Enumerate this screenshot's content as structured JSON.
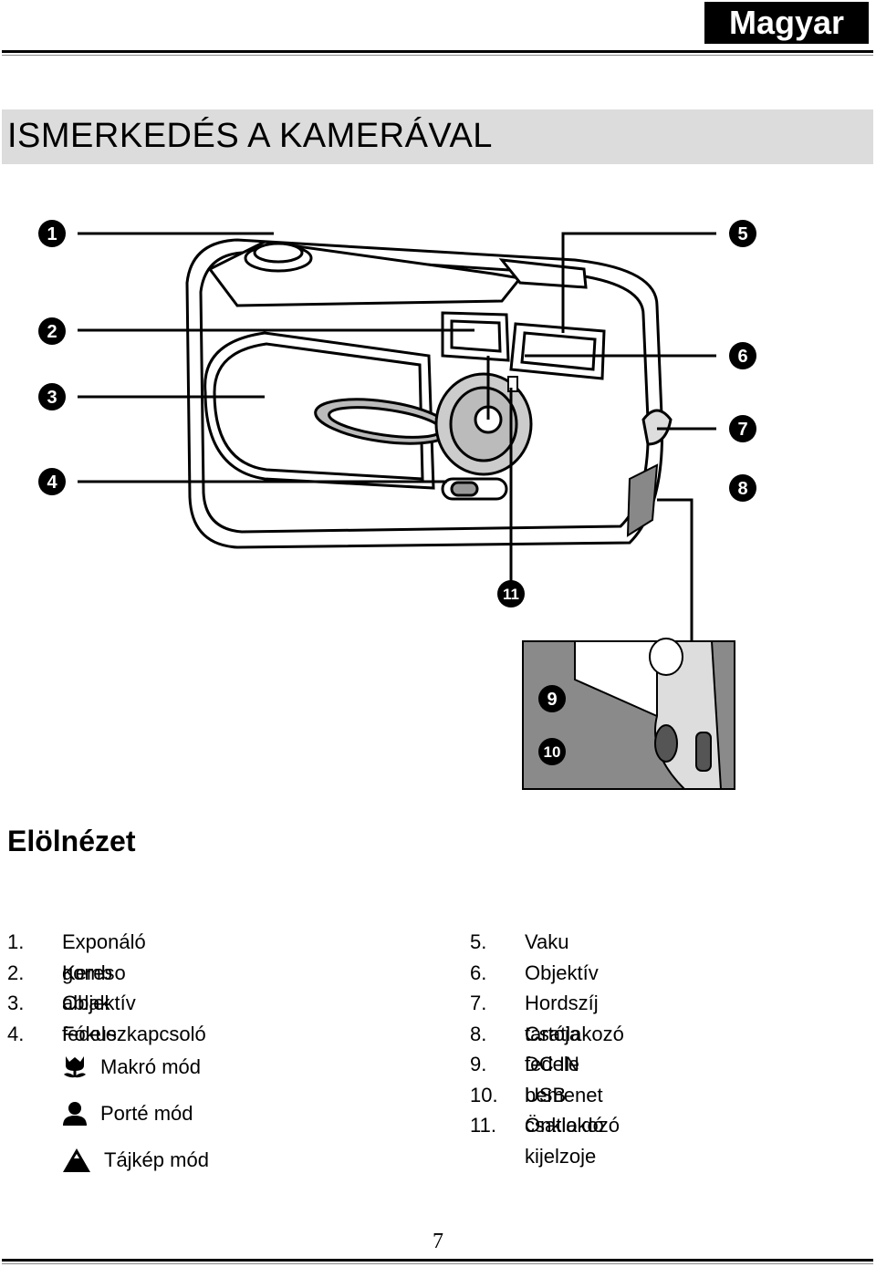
{
  "header": {
    "language": "Magyar"
  },
  "title": "ISMERKEDÉS A KAMERÁVAL",
  "figure": {
    "callouts": [
      "1",
      "2",
      "3",
      "4",
      "5",
      "6",
      "7",
      "8",
      "9",
      "10",
      "11"
    ]
  },
  "section_title": "Elölnézet",
  "left_list": [
    {
      "num": "1.",
      "label": "Exponáló gomb"
    },
    {
      "num": "2.",
      "label": "Kereso ablak"
    },
    {
      "num": "3.",
      "label": "Objektív fedele"
    },
    {
      "num": "4.",
      "label": "Fókuszkapcsoló"
    }
  ],
  "modes": [
    {
      "icon": "macro-tulip-icon",
      "label": "Makró mód"
    },
    {
      "icon": "portrait-icon",
      "label": "Porté mód"
    },
    {
      "icon": "landscape-mountain-icon",
      "label": "Tájkép mód"
    }
  ],
  "right_list": [
    {
      "num": "5.",
      "label": "Vaku"
    },
    {
      "num": "6.",
      "label": "Objektív"
    },
    {
      "num": "7.",
      "label": "Hordszíj tartója"
    },
    {
      "num": "8.",
      "label": "Csatlakozó fedele"
    },
    {
      "num": "9.",
      "label": "DC IN bemenet"
    },
    {
      "num": "10.",
      "label": "USB csatlakozó"
    },
    {
      "num": "11.",
      "label": "Önkioldó kijelzoje"
    }
  ],
  "page_number": "7"
}
